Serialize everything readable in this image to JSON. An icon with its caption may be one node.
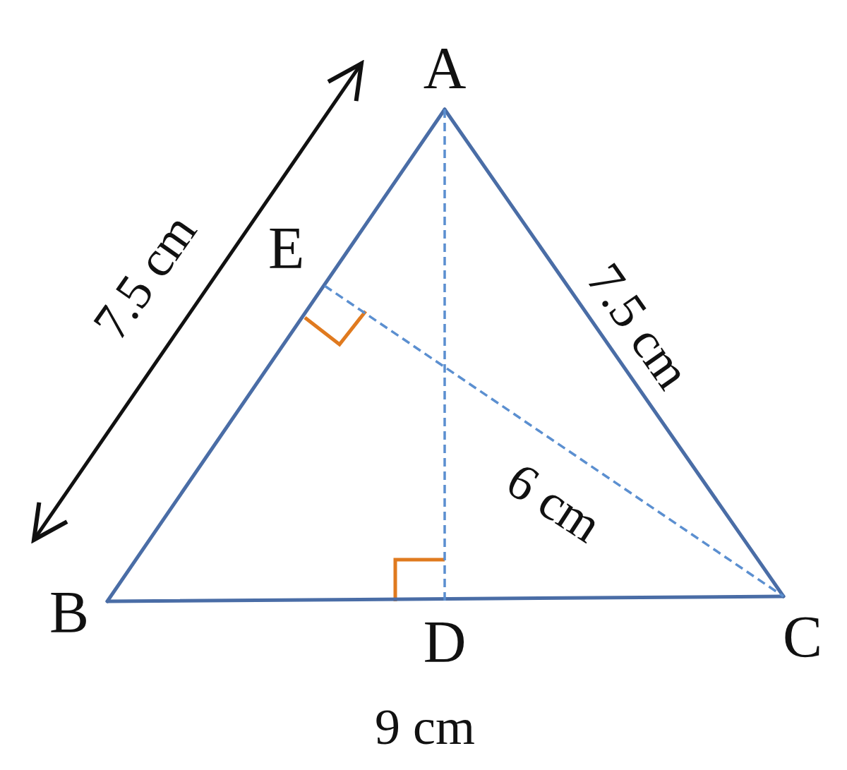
{
  "diagram": {
    "nodes": [
      {
        "text": [
          "A"
        ]
      },
      {
        "text": [
          "B"
        ]
      },
      {
        "text": [
          "C"
        ]
      },
      {
        "text": [
          "D"
        ]
      },
      {
        "text": [
          "E"
        ]
      }
    ],
    "edges": [
      {
        "from": 0,
        "to": 1,
        "arrow": "none"
      },
      {
        "from": 0,
        "to": 2,
        "arrow": "none",
        "label": "7.5 cm"
      },
      {
        "from": 1,
        "to": 2,
        "arrow": "none"
      },
      {
        "from": 0,
        "to": 3,
        "arrow": "none",
        "style": "dashed",
        "color": "#5b8fd0"
      },
      {
        "from": 4,
        "to": 2,
        "arrow": "none",
        "style": "dashed",
        "color": "#5b8fd0",
        "label": "6 cm"
      }
    ],
    "labels": [
      "7.5 cm",
      "9 cm"
    ]
  }
}
